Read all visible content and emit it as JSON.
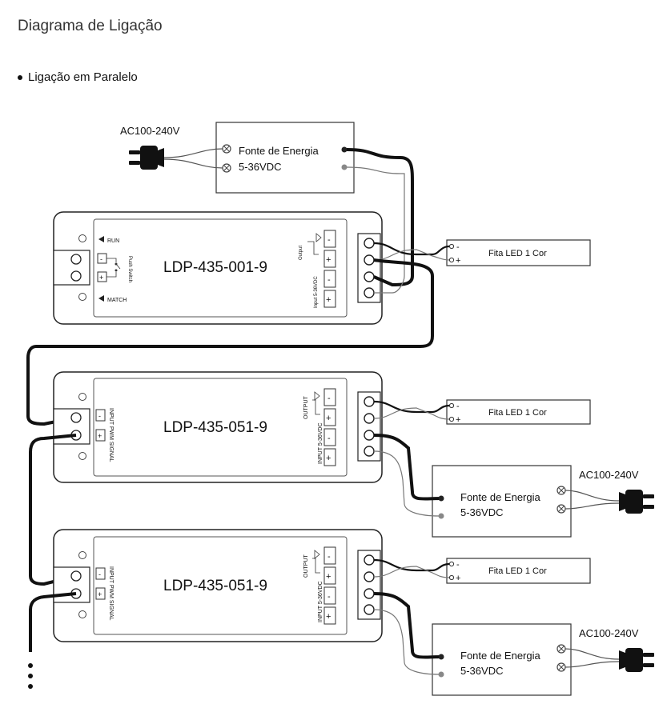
{
  "header": {
    "title": "Diagrama de Ligação",
    "subtitle": "Ligação em Paralelo"
  },
  "power_supply": {
    "name": "Fonte de Energia",
    "voltage": "5-36VDC",
    "ac_label": "AC100-240V"
  },
  "controller": {
    "model": "LDP-435-001-9",
    "run_label": "RUN",
    "match_label": "MATCH",
    "push_switch_label": "Push Switch",
    "output_label": "Output",
    "input_label": "Input 5-36VDC"
  },
  "receivers": [
    {
      "model": "LDP-435-051-9"
    },
    {
      "model": "LDP-435-051-9"
    }
  ],
  "receiver_labels": {
    "input_pwm": "INPUT PWM SIGNAL",
    "output_label": "OUTPUT",
    "input_label": "INPUT 5-36VDC"
  },
  "led_strip": {
    "name": "Fita LED 1 Cor"
  },
  "terminal_signs": {
    "minus": "-",
    "plus": "+"
  }
}
